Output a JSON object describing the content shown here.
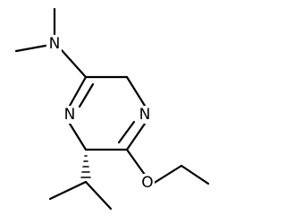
{
  "molecule": {
    "atoms": {
      "amine_nitrogen": {
        "symbol": "N"
      },
      "ring_nitrogen_left": {
        "symbol": "N"
      },
      "ring_nitrogen_right": {
        "symbol": "N"
      },
      "ether_oxygen": {
        "symbol": "O"
      }
    },
    "colors": {
      "bond": "#000000",
      "label": "#000000",
      "background": "#ffffff"
    }
  }
}
